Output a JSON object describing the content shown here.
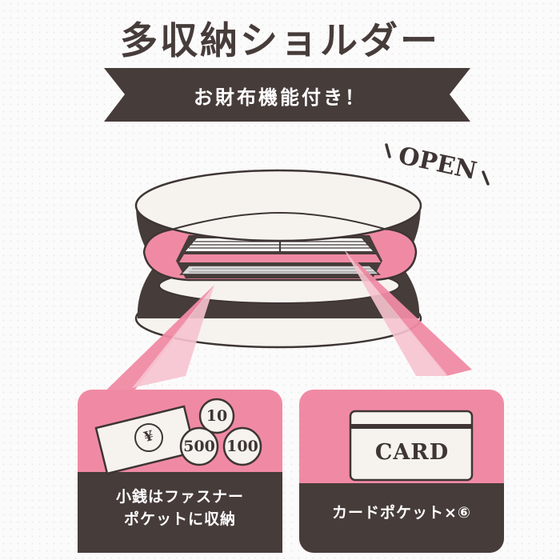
{
  "header": {
    "title": "多収納ショルダー"
  },
  "banner": {
    "text": "お財布機能付き！"
  },
  "illustration": {
    "open_label": "OPEN"
  },
  "coins_panel": {
    "yen_symbol": "¥",
    "coins": [
      "10",
      "500",
      "100"
    ],
    "caption_line1": "小銭はファスナー",
    "caption_line2": "ポケットに収納"
  },
  "card_panel": {
    "card_text": "CARD",
    "caption": "カードポケット×⑥"
  },
  "colors": {
    "dark_brown": "#463c3a",
    "pink": "#f08aa4",
    "cream": "#f6f3ef"
  }
}
